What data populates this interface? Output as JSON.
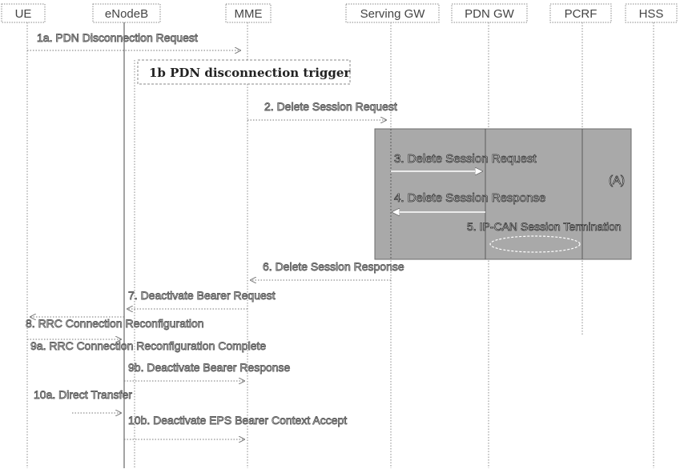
{
  "nodes": {
    "ue": "UE",
    "enodeb": "eNodeB",
    "mme": "MME",
    "serving_gw": "Serving GW",
    "pdn_gw": "PDN GW",
    "pcrf": "PCRF",
    "hss": "HSS"
  },
  "messages": {
    "m1a": "1a. PDN Disconnection Request",
    "m1b": "1b PDN disconnection trigger",
    "m2": "2. Delete Session Request",
    "m3": "3. Delete Session Request",
    "m4": "4. Delete Session Response",
    "m5": "5. IP-CAN Session Termination",
    "m6": "6. Delete Session Response",
    "m7": "7. Deactivate Bearer Request",
    "m8": "8. RRC Connection Reconfiguration",
    "m9a": "9a. RRC Connection Reconfiguration Complete",
    "m9b": "9b. Deactivate Bearer Response",
    "m10a": "10a. Direct Transfer",
    "m10b": "10b. Deactivate EPS Bearer Context Accept"
  },
  "box_a_label": "(A)"
}
